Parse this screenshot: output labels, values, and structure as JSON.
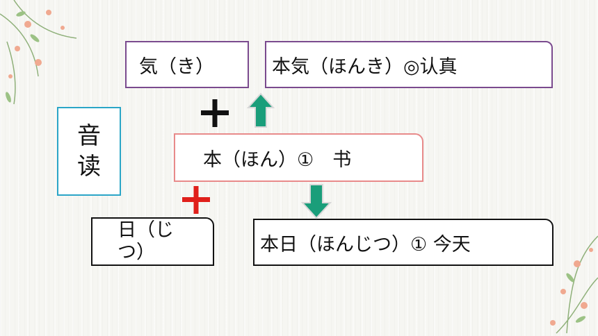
{
  "boxes": {
    "ki": "気（き）",
    "honki": "本気（ほんき）◎认真",
    "hon": "本（ほん）①　书",
    "jitsu": "日（じつ）",
    "honjitsu": "本日（ほんじつ）① 今天",
    "onyomi": "音读"
  },
  "colors": {
    "purple_border": "#7a4a8e",
    "pink_border": "#e88a8a",
    "cyan_border": "#2aa5c7",
    "black_plus": "#111111",
    "red_plus": "#e0201b",
    "arrow_teal": "#1a9e7a"
  },
  "icons": {
    "plus_black": "plus-icon",
    "plus_red": "plus-icon",
    "arrow_up": "arrow-up-icon",
    "arrow_down": "arrow-down-icon"
  }
}
